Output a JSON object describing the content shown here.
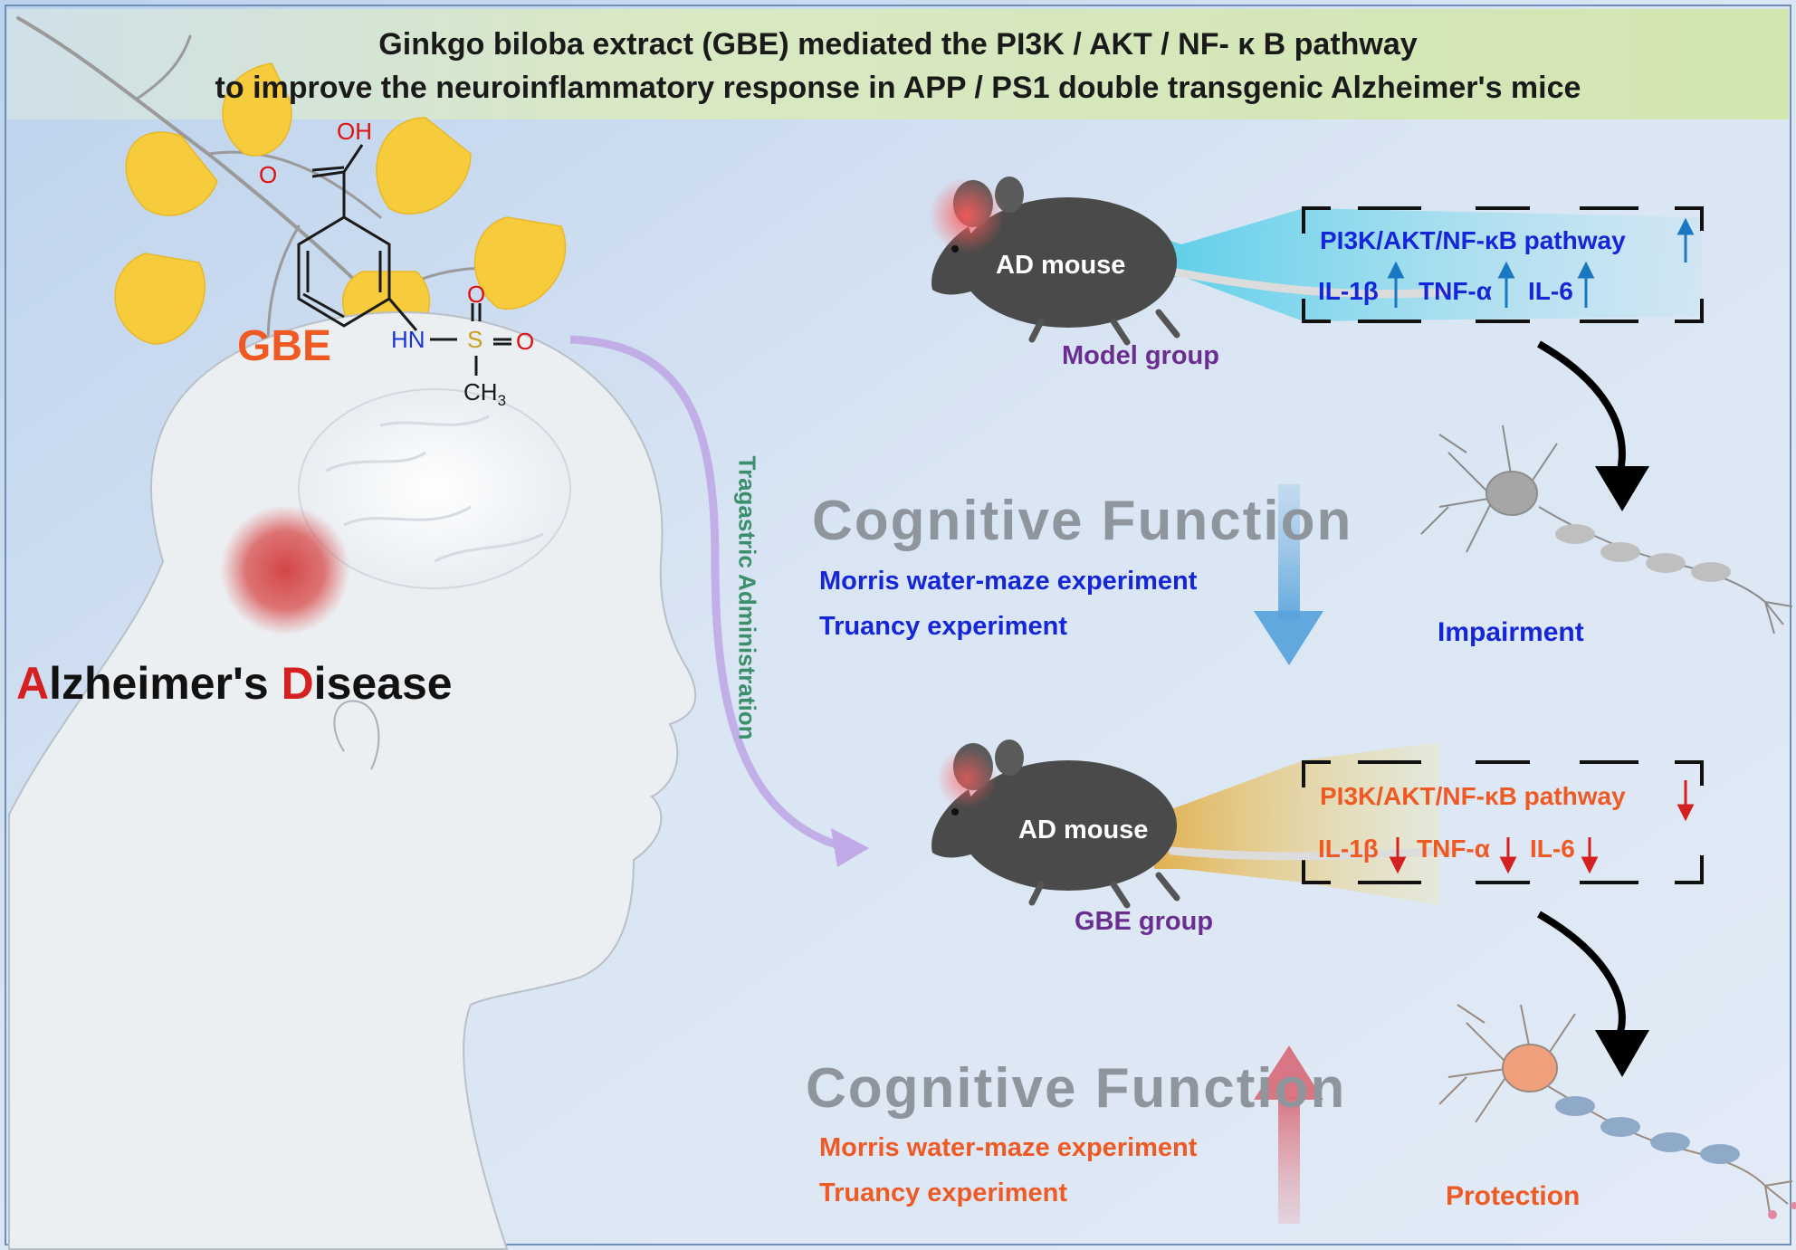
{
  "title": {
    "line1": "Ginkgo biloba extract (GBE) mediated the PI3K / AKT / NF- κ B pathway",
    "line2": "to improve the neuroinflammatory response in APP / PS1 double transgenic Alzheimer's mice"
  },
  "molecule": {
    "oh": "OH",
    "o_carbonyl": "O",
    "hn": "HN",
    "s": "S",
    "o_top": "O",
    "o_right": "O",
    "ch": "CH",
    "ch_sub": "3"
  },
  "gbe_label": "GBE",
  "disease": {
    "a": "A",
    "lzheimer": "lzheimer's ",
    "d": "D",
    "isease": "isease"
  },
  "route_label": "Tragastric Administration",
  "model": {
    "mouse_label": "AD mouse",
    "group_label": "Model group",
    "pathway": "PI3K/AKT/NF-κB pathway",
    "il1b": "IL-1β",
    "tnfa": "TNF-α",
    "il6": "IL-6",
    "arrow_up": "↑",
    "outcome": "Impairment"
  },
  "gbe": {
    "mouse_label": "AD mouse",
    "group_label": "GBE group",
    "pathway": "PI3K/AKT/NF-κB pathway",
    "il1b": "IL-1β",
    "tnfa": "TNF-α",
    "il6": "IL-6",
    "arrow_down": "↓",
    "outcome": "Protection"
  },
  "cognitive_top": {
    "title": "Cognitive Function",
    "exp1": "Morris water-maze experiment",
    "exp2": "Truancy experiment"
  },
  "cognitive_bottom": {
    "title": "Cognitive Function",
    "exp1": "Morris water-maze experiment",
    "exp2": "Truancy experiment"
  },
  "colors": {
    "title_band": "#d4e6b5",
    "background": "#d6e4f2",
    "model_text": "#1525d8",
    "gbe_text": "#ef5a24",
    "group_text": "#6a2e91",
    "up_arrow": "#1a78c2",
    "down_arrow": "#d42020",
    "route": "#b9a2e0",
    "ginkgo": "#f6cc3c"
  }
}
